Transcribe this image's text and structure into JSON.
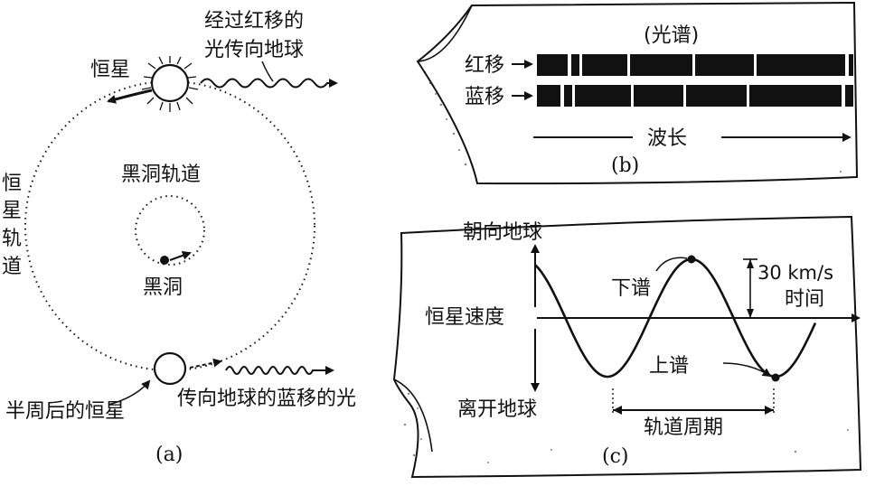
{
  "panel_a": {
    "caption": "(a)",
    "star_label": "恒星",
    "light_red_line1": "经过红移的",
    "light_red_line2": "光传向地球",
    "star_orbit_chars": [
      "恒",
      "星",
      "轨",
      "道"
    ],
    "bh_orbit_label": "黑洞轨道",
    "bh_label": "黑洞",
    "star_half_label": "半周后的恒星",
    "light_blue_label": "传向地球的蓝移的光"
  },
  "panel_b": {
    "caption": "(b)",
    "title": "(光谱)",
    "row_red": "红移",
    "row_blue": "蓝移",
    "axis_label": "波长"
  },
  "panel_c": {
    "caption": "(c)",
    "top_label": "朝向地球",
    "mid_label": "恒星速度",
    "bottom_label": "离开地球",
    "peak_label": "下谱",
    "trough_label": "上谱",
    "amp_label": "30 km/s",
    "time_label": "时间",
    "period_label": "轨道周期"
  },
  "colors": {
    "ink": "#111111",
    "paper": "#ffffff"
  }
}
